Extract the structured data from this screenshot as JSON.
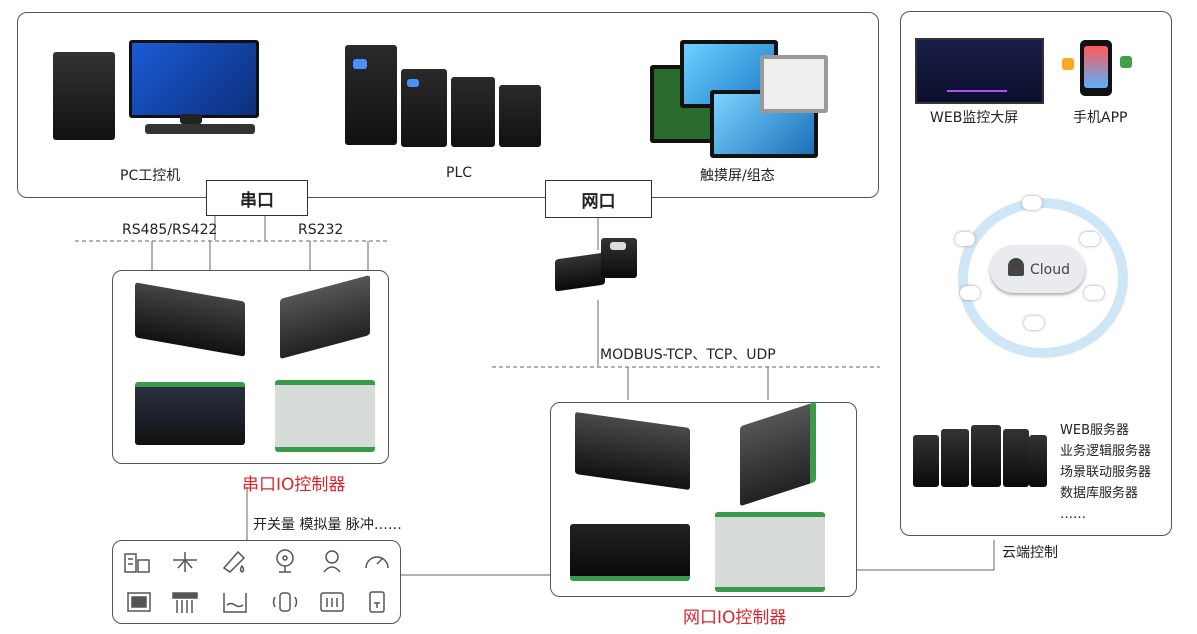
{
  "top": {
    "pc": "PC工控机",
    "plc": "PLC",
    "touch": "触摸屏/组态"
  },
  "ports": {
    "serial": "串口",
    "network": "网口"
  },
  "serial_labels": {
    "rs485": "RS485/RS422",
    "rs232": "RS232"
  },
  "serial_controller_title": "串口IO控制器",
  "signal_types": "开关量 模拟量 脉冲……",
  "network_protocols": "MODBUS-TCP、TCP、UDP",
  "network_controller_title": "网口IO控制器",
  "cloud": {
    "web_screen": "WEB监控大屏",
    "mobile_app": "手机APP",
    "cloud_label": "Cloud",
    "servers": [
      "WEB服务器",
      "业务逻辑服务器",
      "场景联动服务器",
      "数据库服务器",
      "……"
    ],
    "cloud_control": "云端控制"
  },
  "colors": {
    "accent_red": "#e0242b",
    "line": "#666666",
    "cloud_ring": "#cfe6f6"
  }
}
